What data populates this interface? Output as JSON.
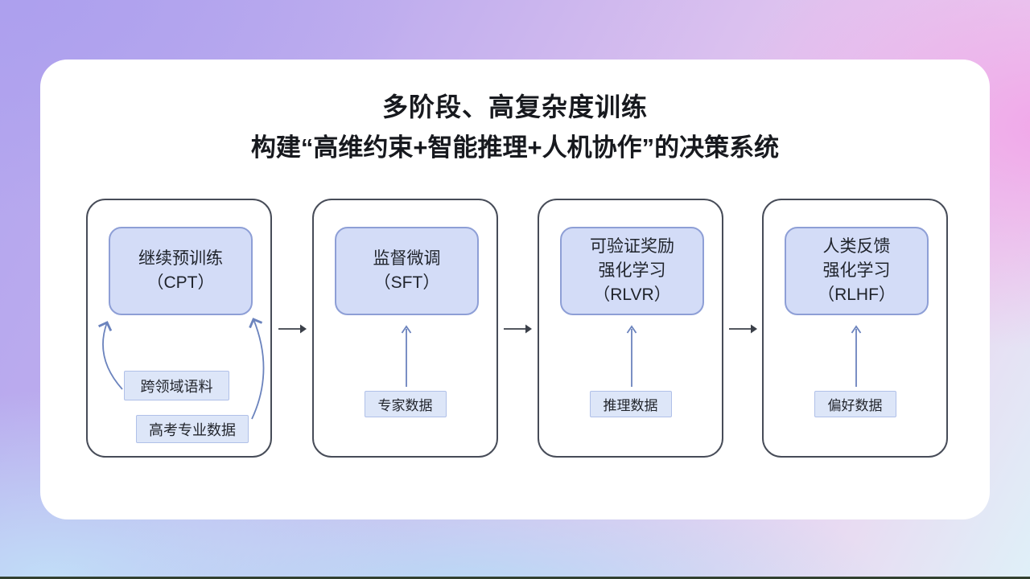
{
  "slide": {
    "title": "多阶段、高复杂度训练",
    "subtitle": "构建“高维约束+智能推理+人机协作”的决策系统"
  },
  "stages": [
    {
      "id": "cpt",
      "label_lines": [
        "继续预训练",
        "（CPT）"
      ],
      "data_sources": [
        "跨领域语料",
        "高考专业数据"
      ]
    },
    {
      "id": "sft",
      "label_lines": [
        "监督微调",
        "（SFT）"
      ],
      "data_sources": [
        "专家数据"
      ]
    },
    {
      "id": "rlvr",
      "label_lines": [
        "可验证奖励",
        "强化学习",
        "（RLVR）"
      ],
      "data_sources": [
        "推理数据"
      ]
    },
    {
      "id": "rlhf",
      "label_lines": [
        "人类反馈",
        "强化学习",
        "（RLHF）"
      ],
      "data_sources": [
        "偏好数据"
      ]
    }
  ],
  "colors": {
    "stage_fill": "#d3dcf7",
    "stage_border": "#8e9fd6",
    "data_fill": "#dde6f8",
    "data_border": "#b0c0e8",
    "arrow_blue": "#6b83bd",
    "arrow_dark": "#3b4049",
    "outer_box_border": "#474c58",
    "card_background": "#ffffff"
  }
}
